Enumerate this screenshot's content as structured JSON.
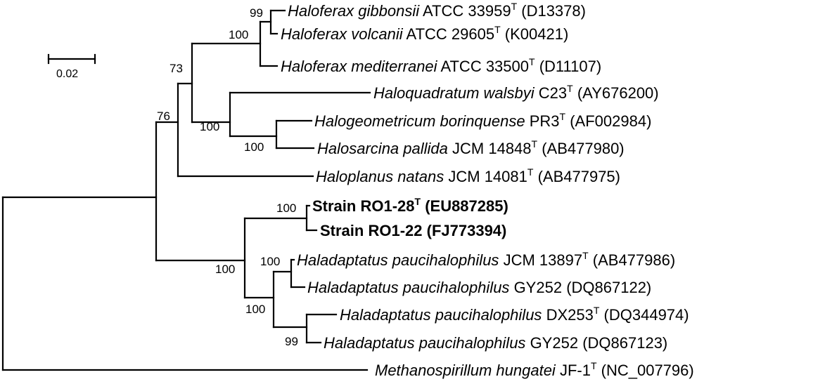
{
  "scale_bar": {
    "label": "0.02"
  },
  "taxa": [
    {
      "id": "gibbonsii",
      "species": "Haloferax gibbonsii",
      "strain": "ATCC 33959",
      "type_strain": "T",
      "accession": "(D13378)",
      "bold": false
    },
    {
      "id": "volcanii",
      "species": "Haloferax volcanii",
      "strain": "ATCC 29605",
      "type_strain": "T",
      "accession": "(K00421)",
      "bold": false
    },
    {
      "id": "mediterranei",
      "species": "Haloferax mediterranei",
      "strain": "ATCC 33500",
      "type_strain": "T",
      "accession": "(D11107)",
      "bold": false
    },
    {
      "id": "walsbyi",
      "species": "Haloquadratum walsbyi",
      "strain": "C23",
      "type_strain": "T",
      "accession": "(AY676200)",
      "bold": false
    },
    {
      "id": "borinquense",
      "species": "Halogeometricum borinquense",
      "strain": "PR3",
      "type_strain": "T",
      "accession": "(AF002984)",
      "bold": false
    },
    {
      "id": "pallida",
      "species": "Halosarcina pallida",
      "strain": "JCM 14848",
      "type_strain": "T",
      "accession": "(AB477980)",
      "bold": false
    },
    {
      "id": "natans",
      "species": "Haloplanus natans",
      "strain": "JCM 14081",
      "type_strain": "T",
      "accession": "(AB477975)",
      "bold": false
    },
    {
      "id": "ro1-28",
      "species": "",
      "strain": "Strain RO1-28",
      "type_strain": "T",
      "accession": "(EU887285)",
      "bold": true
    },
    {
      "id": "ro1-22",
      "species": "",
      "strain": "Strain RO1-22",
      "type_strain": "",
      "accession": "(FJ773394)",
      "bold": true
    },
    {
      "id": "paucihalophilus-jcm",
      "species": "Haladaptatus paucihalophilus",
      "strain": "JCM 13897",
      "type_strain": "T",
      "accession": "(AB477986)",
      "bold": false
    },
    {
      "id": "paucihalophilus-gy252a",
      "species": "Haladaptatus paucihalophilus",
      "strain": "GY252",
      "type_strain": "",
      "accession": "(DQ867122)",
      "bold": false
    },
    {
      "id": "paucihalophilus-dx253",
      "species": "Haladaptatus paucihalophilus",
      "strain": "DX253",
      "type_strain": "T",
      "accession": "(DQ344974)",
      "bold": false
    },
    {
      "id": "paucihalophilus-gy252b",
      "species": "Haladaptatus paucihalophilus",
      "strain": "GY252",
      "type_strain": "",
      "accession": "(DQ867123)",
      "bold": false
    },
    {
      "id": "hungatei",
      "species": "Methanospirillum hungatei",
      "strain": "JF-1",
      "type_strain": "T",
      "accession": "(NC_007796)",
      "bold": false
    }
  ],
  "bootstrap_values": {
    "gibbonsii_volcanii": "99",
    "haloferax": "100",
    "clade_73": "73",
    "clade_76": "76",
    "quadratum_group": "100",
    "geometricum_sarcina": "100",
    "ro1_strains": "100",
    "ro1_haladaptatus": "100",
    "haladaptatus": "100",
    "jcm_gy252": "100",
    "dx253_gy252": "99"
  }
}
